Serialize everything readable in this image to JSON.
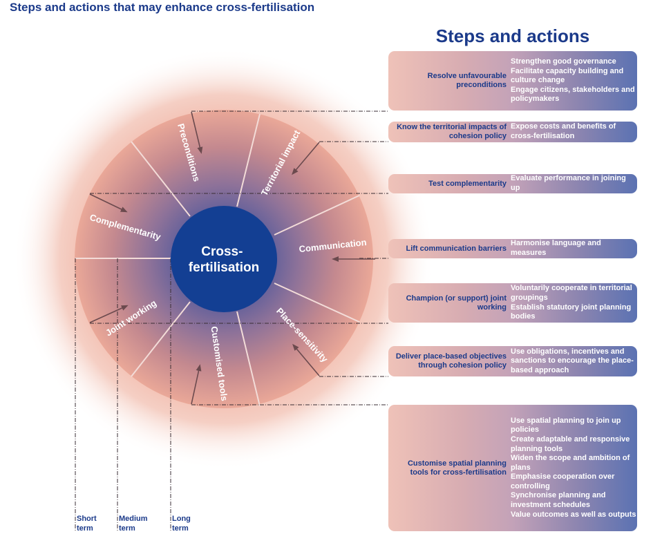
{
  "title": "Steps and actions that may enhance cross-fertilisation",
  "steps_heading": "Steps and actions",
  "wheel": {
    "center_label": "Cross-fertilisation",
    "center_label_lines": [
      "Cross-",
      "fertilisation"
    ],
    "segments": [
      "Preconditions",
      "Territorial impact",
      "Communication",
      "Place-sensitivity",
      "Customised tools",
      "Joint working",
      "Complementarity"
    ]
  },
  "timeframes": [
    {
      "line1": "Short",
      "line2": "term"
    },
    {
      "line1": "Medium",
      "line2": "term"
    },
    {
      "line1": "Long",
      "line2": "term"
    }
  ],
  "steps": [
    {
      "step": "Resolve unfavourable preconditions",
      "actions": [
        "Strengthen good governance",
        "Facilitate capacity building and culture change",
        "Engage citizens, stakeholders and policymakers"
      ]
    },
    {
      "step": "Know the territorial impacts of cohesion policy",
      "actions": [
        "Expose costs and benefits of cross-fertilisation"
      ]
    },
    {
      "step": "Test complementarity",
      "actions": [
        "Evaluate performance in joining up"
      ]
    },
    {
      "step": "Lift communication barriers",
      "actions": [
        "Harmonise language and measures"
      ]
    },
    {
      "step": "Champion (or support) joint working",
      "actions": [
        "Voluntarily cooperate in territorial groupings",
        "Establish statutory joint planning bodies"
      ]
    },
    {
      "step": "Deliver place-based objectives through cohesion policy",
      "actions": [
        "Use obligations, incentives and sanctions to encourage the place-based approach"
      ]
    },
    {
      "step": "Customise spatial planning tools for cross-fertilisation",
      "actions": [
        "Use spatial planning to join up policies",
        "Create adaptable and responsive planning tools",
        "Widen the scope and ambition of plans",
        "Emphasise cooperation over controlling",
        "Synchronise planning and investment schedules",
        "Value outcomes as well as outputs"
      ]
    }
  ],
  "colors": {
    "title_blue": "#1b3a8a",
    "center_blue": "#133f93",
    "wheel_outer": "#eaa898",
    "wheel_inner": "#6d6a9c",
    "arrow": "#6b4a4e",
    "box_left": "#efc2b8",
    "box_right": "#5b72b2"
  }
}
